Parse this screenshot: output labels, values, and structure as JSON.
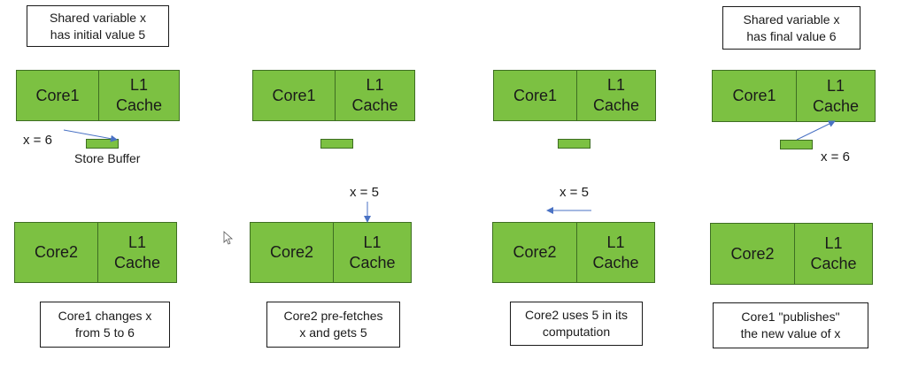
{
  "top_notes": {
    "initial": "Shared variable x\nhas initial value 5",
    "final": "Shared variable x\nhas final value 6"
  },
  "core1_label": "Core1",
  "core2_label": "Core2",
  "cache_label": "L1\nCache",
  "step1": {
    "write_label": "x = 6",
    "store_buffer_label": "Store Buffer",
    "caption": "Core1 changes x\nfrom 5 to 6"
  },
  "step2": {
    "read_label": "x = 5",
    "caption": "Core2 pre-fetches\nx and gets 5"
  },
  "step3": {
    "use_label": "x = 5",
    "caption": "Core2 uses 5 in its\ncomputation"
  },
  "step4": {
    "publish_label": "x = 6",
    "caption": "Core1 \"publishes\"\nthe new value of x"
  },
  "colors": {
    "unit_fill": "#7cc142",
    "unit_border": "#3e6e22",
    "arrow": "#4a72c4"
  }
}
